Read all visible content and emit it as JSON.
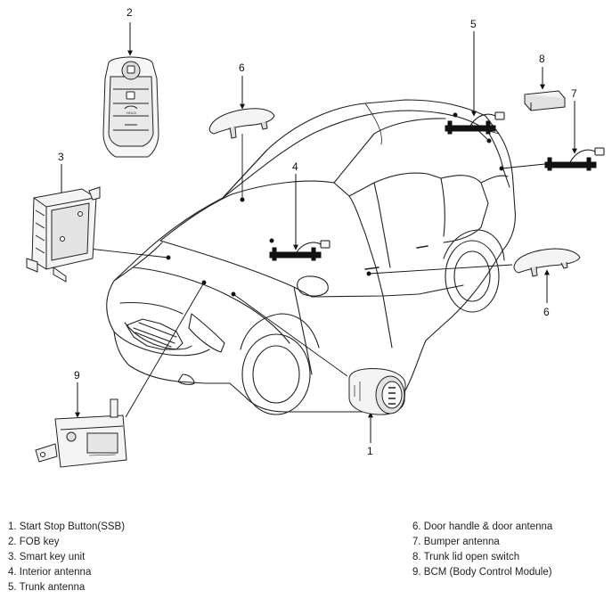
{
  "callouts": {
    "c1": "1",
    "c2": "2",
    "c3": "3",
    "c4": "4",
    "c5": "5",
    "c6a": "6",
    "c6b": "6",
    "c7": "7",
    "c8": "8",
    "c9": "9"
  },
  "fob_labels": {
    "hold": "HOLD"
  },
  "legend": {
    "left": [
      "1. Start Stop Button(SSB)",
      "2. FOB key",
      "3. Smart key unit",
      "4. Interior antenna",
      "5. Trunk antenna"
    ],
    "right": [
      "6. Door handle & door antenna",
      "7. Bumper antenna",
      "8. Trunk lid open switch",
      "9. BCM (Body Control Module)"
    ]
  },
  "colors": {
    "line": "#111111",
    "part_fill": "#f4f4f4",
    "part_shade": "#d8d8d8",
    "text": "#222222"
  }
}
